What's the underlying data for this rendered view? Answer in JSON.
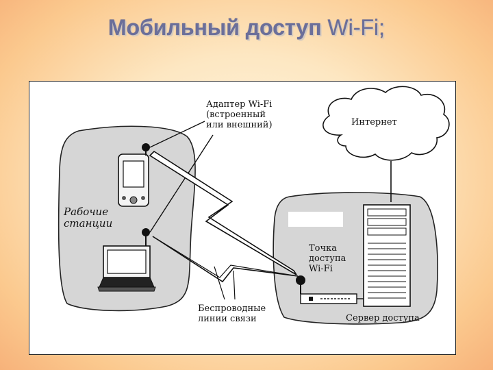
{
  "slide": {
    "title_bold": "Мобильный доступ",
    "title_rest": " Wi-Fi;"
  },
  "diagram": {
    "adapter_label": "Адаптер Wi-Fi\n(встроенный\nили внешний)",
    "internet_label": "Интернет",
    "workstations_label": "Рабочие\nстанции",
    "access_point_label": "Точка\nдоступа\nWi-Fi",
    "wireless_links_label": "Беспроводные\nлинии связи",
    "access_server_label": "Сервер доступа"
  }
}
